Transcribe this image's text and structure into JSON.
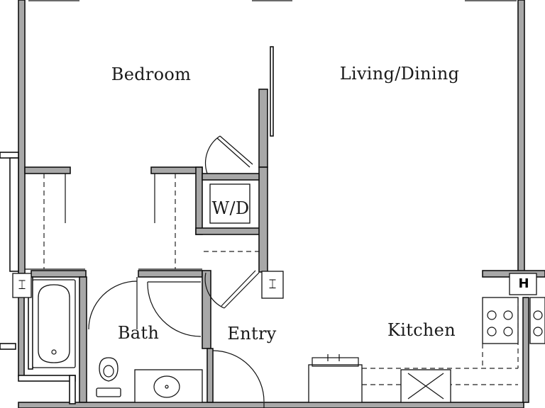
{
  "rooms": {
    "bedroom": "Bedroom",
    "living_dining": "Living/Dining",
    "wd": "W/D",
    "bath": "Bath",
    "entry": "Entry",
    "kitchen": "Kitchen"
  },
  "colors": {
    "wall_fill": "#a8a8a8",
    "line": "#111111",
    "background": "#ffffff"
  }
}
